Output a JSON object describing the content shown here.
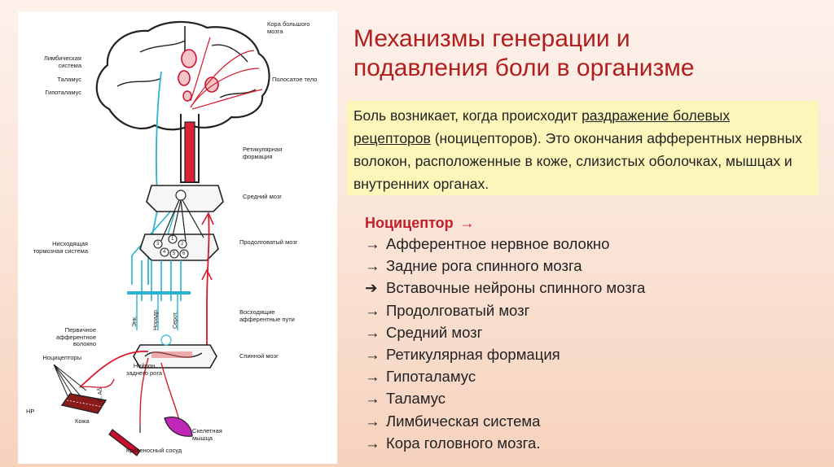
{
  "title": {
    "line1": "Механизмы генерации и",
    "line2": "подавления боли в организме"
  },
  "info": {
    "p1": "Боль возникает, когда происходит ",
    "link": "раздражение болевых рецепторов",
    "p2": " (ноцицепторов). Это окончания афферентных нервных волокон, расположенные в коже, слизистых оболочках, мышцах и внутренних органах."
  },
  "chain": {
    "head": "Ноцицептор",
    "head_arrow": "→",
    "items": [
      {
        "arrow": "→",
        "text": "Афферентное нервное волокно"
      },
      {
        "arrow": "→",
        "text": "Задние рога спинного мозга"
      },
      {
        "arrow": "➔",
        "text": "Вставочные нейроны спинного мозга"
      },
      {
        "arrow": "→",
        "text": "Продолговатый мозг"
      },
      {
        "arrow": "→",
        "text": "Средний мозг"
      },
      {
        "arrow": "→",
        "text": "Ретикулярная формация"
      },
      {
        "arrow": "→",
        "text": "Гипоталамус"
      },
      {
        "arrow": "→",
        "text": "Таламус"
      },
      {
        "arrow": "→",
        "text": "Лимбическая система"
      },
      {
        "arrow": "→",
        "text": "Кора головного мозга."
      }
    ]
  },
  "diagram": {
    "cortex": "Кора большого мозга",
    "limbic": "Лимбическая система",
    "thalamus": "Таламус",
    "hypothalamus": "Гипоталамус",
    "striatum": "Полосатое тело",
    "reticular": "Ретикулярная формация",
    "midbrain": "Средний мозг",
    "medulla": "Продолговатый мозг",
    "descending": "Нисходящая тормозная система",
    "ascending": "Восходящие афферентные пути",
    "spinal": "Спинной мозг",
    "primary_afferent": "Первичное афферентное волокно",
    "nociceptors": "Ноцицепторы",
    "dorsal_horn_neuron": "Нейрон заднего рога",
    "hp": "НР",
    "skin": "Кожа",
    "vessel": "Кровеносный сосуд",
    "muscle": "Скелетная мышца",
    "enk": "Энк.",
    "norad": "Норадр.",
    "serot": "Серот.",
    "fibers": "C, Aδ",
    "n1": "1",
    "n2": "2",
    "n3": "3",
    "n4": "4",
    "n5": "5",
    "n6": "6"
  }
}
